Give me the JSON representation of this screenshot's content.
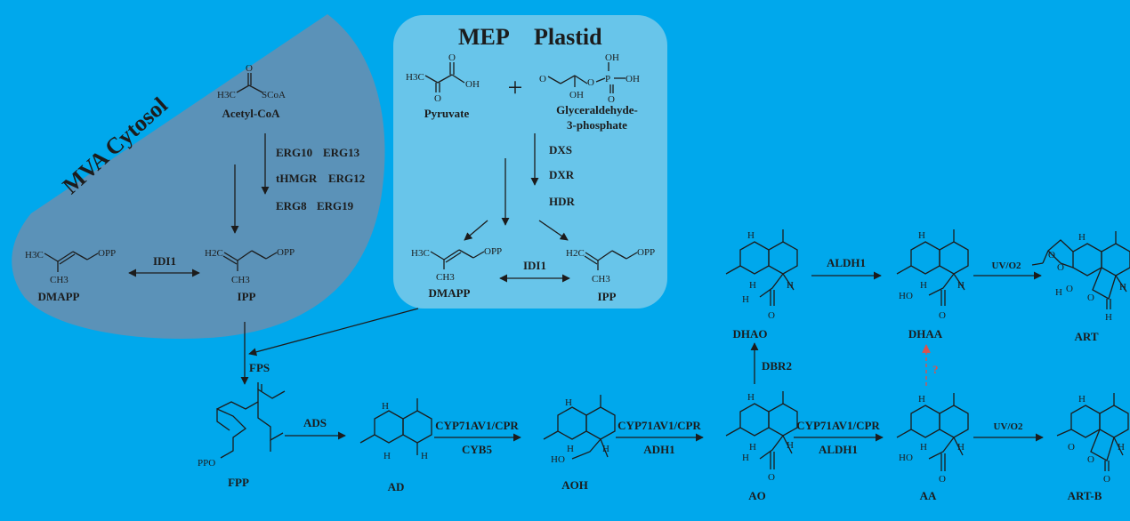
{
  "regions": {
    "mva_title": "MVA Cytosol",
    "mep_title_a": "MEP",
    "mep_title_b": "Plastid"
  },
  "colors": {
    "background": "#00a8ec",
    "mva_region": "#5b92b8",
    "mep_region": "#68c5ea",
    "text": "#1c1c1c",
    "uncertain_arrow": "#d9534f"
  },
  "compounds": {
    "acetyl_coa": "Acetyl-CoA",
    "pyruvate": "Pyruvate",
    "g3p_line1": "Glyceraldehyde-",
    "g3p_line2": "3-phosphate",
    "dmapp": "DMAPP",
    "ipp": "IPP",
    "fpp": "FPP",
    "ad": "AD",
    "aoh": "AOH",
    "ao": "AO",
    "aa": "AA",
    "art_b": "ART-B",
    "dhao": "DHAO",
    "dhaa": "DHAA",
    "art": "ART"
  },
  "atoms": {
    "h3c": "H3C",
    "scoa": "SCoA",
    "o": "O",
    "oh": "OH",
    "opp": "OPP",
    "ppo": "PPO",
    "h2c": "H2C",
    "ch3": "CH3",
    "p": "P",
    "h": "H",
    "ho": "HO"
  },
  "enzymes": {
    "erg10": "ERG10",
    "erg13": "ERG13",
    "thmgr": "tHMGR",
    "erg12": "ERG12",
    "erg8": "ERG8",
    "erg19": "ERG19",
    "idi1": "IDI1",
    "dxs": "DXS",
    "dxr": "DXR",
    "hdr": "HDR",
    "fps": "FPS",
    "ads": "ADS",
    "cyp_cpr": "CYP71AV1/CPR",
    "cyb5": "CYB5",
    "adh1": "ADH1",
    "aldh1": "ALDH1",
    "dbr2": "DBR2",
    "uv_o2": "UV/O2",
    "unknown": "?"
  }
}
